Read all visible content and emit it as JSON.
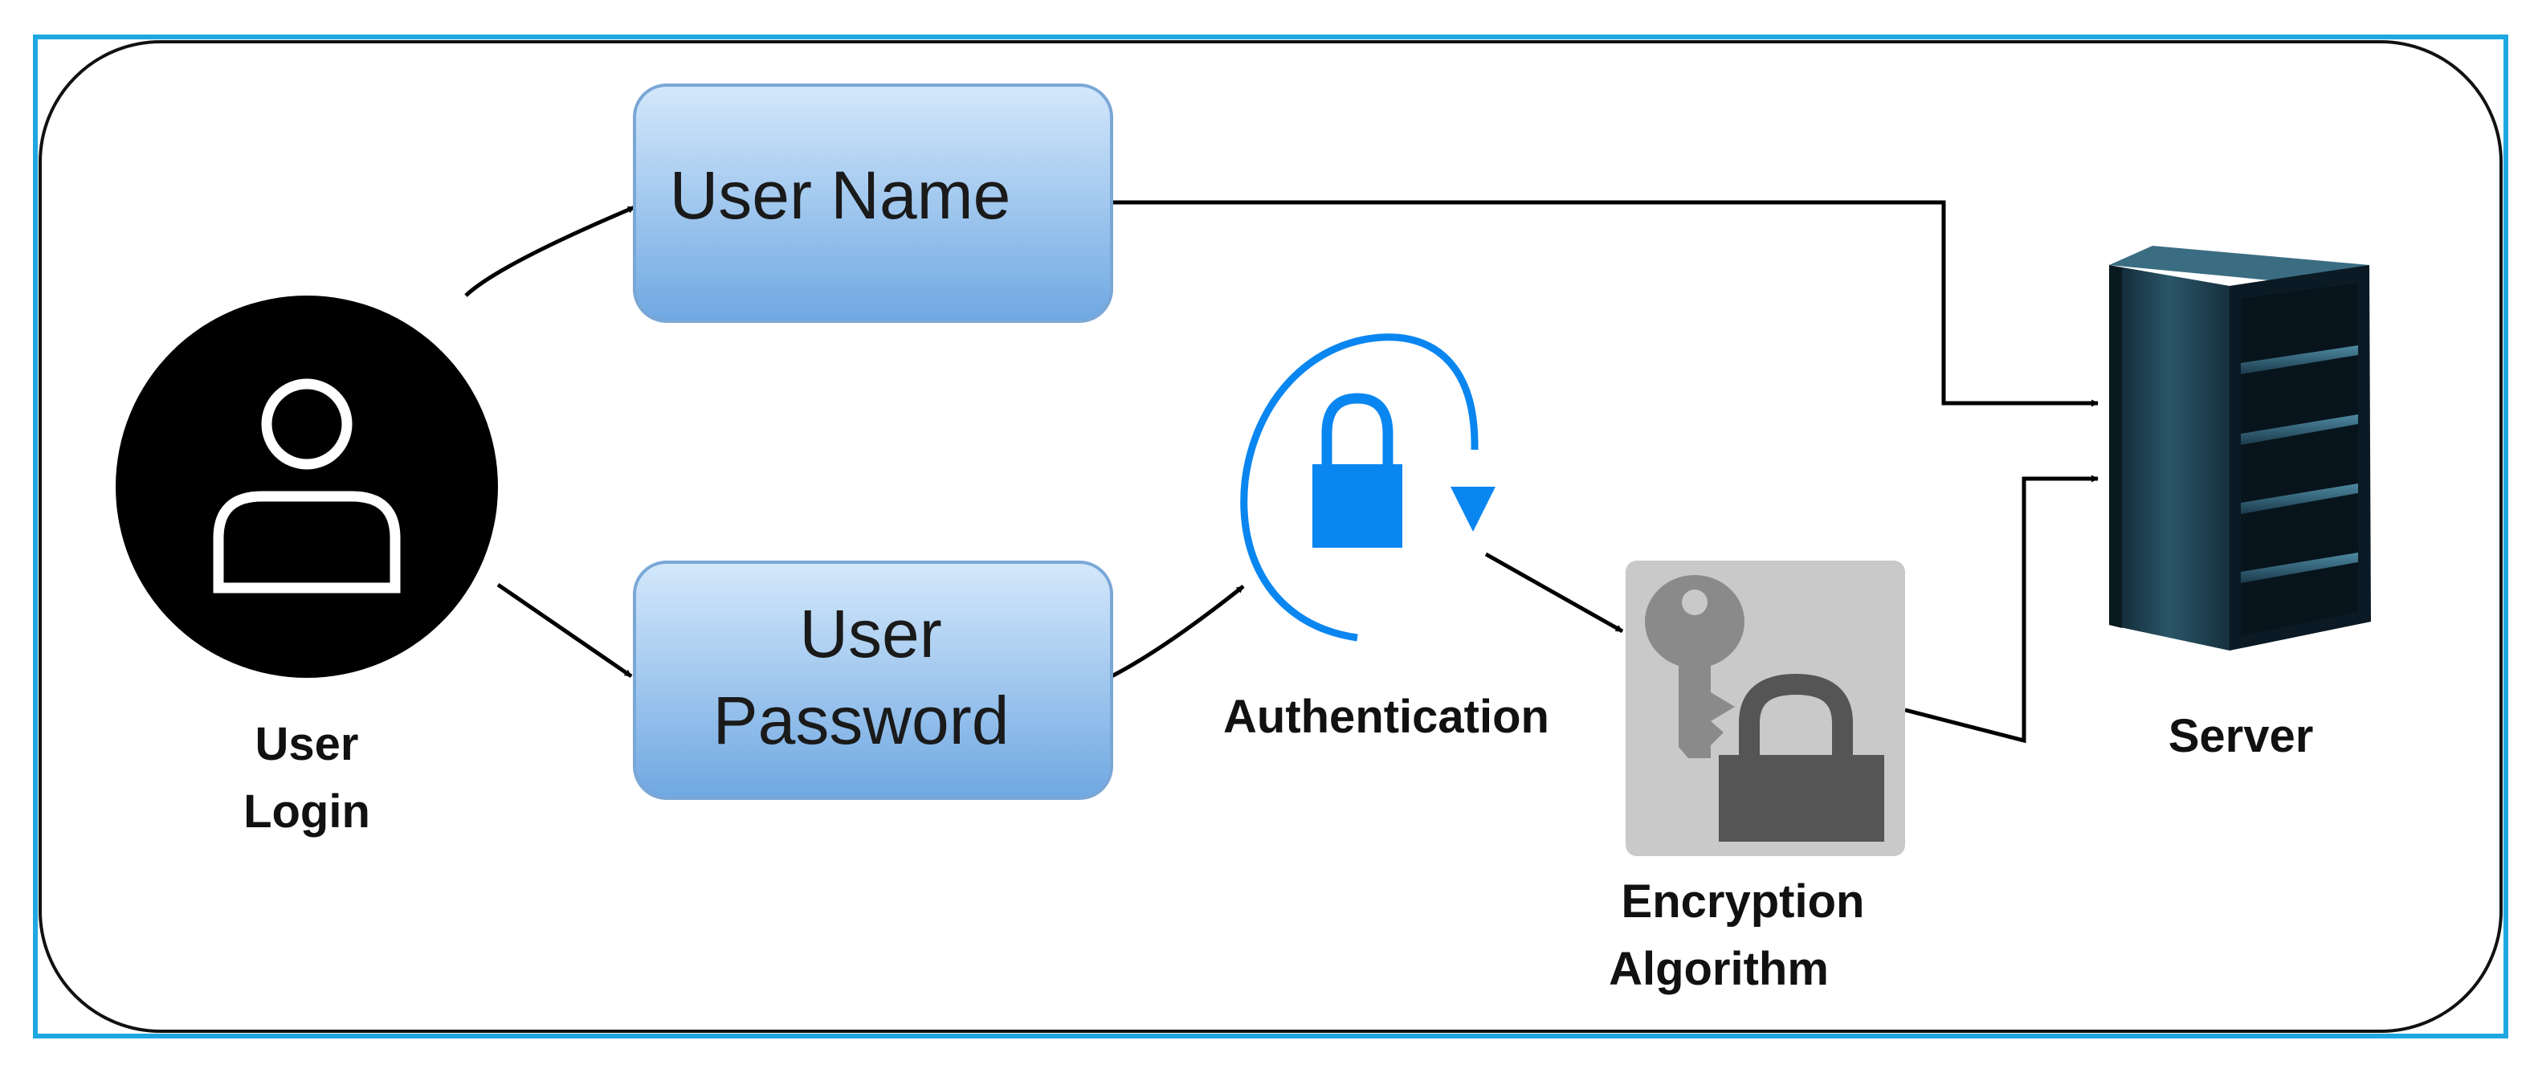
{
  "diagram": {
    "nodes": {
      "user_login": {
        "label_line1": "User",
        "label_line2": "Login"
      },
      "user_name": {
        "label": "User Name"
      },
      "user_password": {
        "label_line1": "User",
        "label_line2": "Password"
      },
      "authentication": {
        "label": "Authentication"
      },
      "encryption": {
        "label_line1": "Encryption",
        "label_line2": "Algorithm"
      },
      "server": {
        "label": "Server"
      }
    },
    "icons": {
      "user_login": "user-icon",
      "authentication": "lock-refresh-icon",
      "encryption": "key-lock-icon",
      "server": "server-rack-icon"
    },
    "edges": [
      {
        "from": "user_login",
        "to": "user_name"
      },
      {
        "from": "user_login",
        "to": "user_password"
      },
      {
        "from": "user_name",
        "to": "server"
      },
      {
        "from": "user_password",
        "to": "authentication"
      },
      {
        "from": "authentication",
        "to": "encryption"
      },
      {
        "from": "encryption",
        "to": "server"
      }
    ],
    "colors": {
      "outer_border": "#1ea7e1",
      "box_top": "#d4e8fb",
      "box_bottom": "#6fa8e2",
      "box_stroke": "#7aa7d6",
      "accent_blue": "#0a86f0",
      "lock_gray": "#555555",
      "key_gray": "#8a8a8a",
      "panel_gray": "#c9c9c9",
      "server_dark": "#1e3a4a"
    }
  }
}
